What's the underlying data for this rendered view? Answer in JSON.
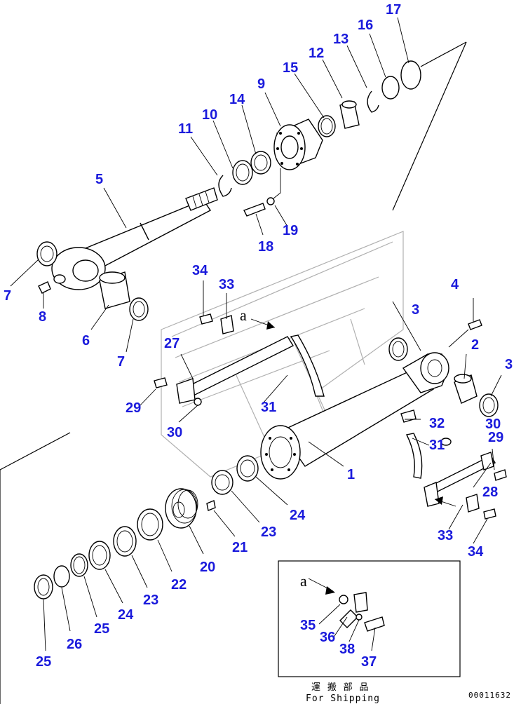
{
  "labels": {
    "p1": "1",
    "p2": "2",
    "p3a": "3",
    "p3b": "3",
    "p4": "4",
    "p5": "5",
    "p6": "6",
    "p7a": "7",
    "p7b": "7",
    "p8": "8",
    "p9": "9",
    "p10": "10",
    "p11": "11",
    "p12": "12",
    "p13": "13",
    "p14": "14",
    "p15": "15",
    "p16": "16",
    "p17": "17",
    "p18": "18",
    "p19": "19",
    "p20": "20",
    "p21": "21",
    "p22": "22",
    "p23a": "23",
    "p23b": "23",
    "p24a": "24",
    "p24b": "24",
    "p25a": "25",
    "p25b": "25",
    "p26": "26",
    "p27": "27",
    "p28": "28",
    "p29a": "29",
    "p29b": "29",
    "p30a": "30",
    "p30b": "30",
    "p31a": "31",
    "p31b": "31",
    "p32": "32",
    "p33a": "33",
    "p33b": "33",
    "p34a": "34",
    "p34b": "34",
    "p35": "35",
    "p36": "36",
    "p37": "37",
    "p38": "38"
  },
  "ref_letter": "a",
  "inset": {
    "caption_jp": "運 搬 部 品",
    "caption_en": "For Shipping",
    "ref_letter": "a"
  },
  "drawing_code": "00011632",
  "colors": {
    "label": "#1a1adc",
    "line": "#000000",
    "watermark": "#b0b0b0"
  }
}
